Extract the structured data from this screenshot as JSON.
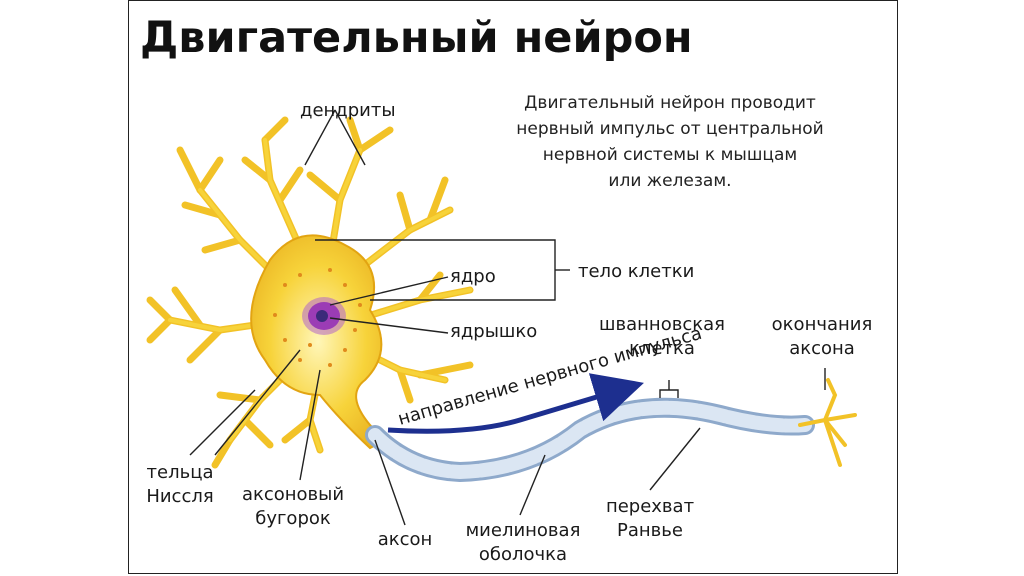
{
  "title": "Двигательный нейрон",
  "description": [
    "Двигательный нейрон проводит",
    "нервный импульс от центральной",
    "нервной системы к мышцам",
    "или железам."
  ],
  "labels": {
    "dendrites": "дендриты",
    "nucleus": "ядро",
    "cell_body": "тело клетки",
    "nucleolus": "ядрышко",
    "schwann_line1": "шванновская",
    "schwann_line2": "клетка",
    "axon_endings_line1": "окончания",
    "axon_endings_line2": "аксона",
    "impulse_direction": "направление нервного импульса",
    "nissl_line1": "тельца",
    "nissl_line2": "Ниссля",
    "hillock_line1": "аксоновый",
    "hillock_line2": "бугорок",
    "axon": "аксон",
    "myelin_line1": "миелиновая",
    "myelin_line2": "оболочка",
    "ranvier_line1": "перехват",
    "ranvier_line2": "Ранвье"
  },
  "colors": {
    "neuron_fill": "#f7d33a",
    "neuron_edge": "#e2a412",
    "nucleus": "#9b3cb5",
    "nucleolus": "#3a2a7a",
    "myelin": "#c9d8ea",
    "myelin_edge": "#6f8fb6",
    "arrow": "#1d2f8f"
  }
}
